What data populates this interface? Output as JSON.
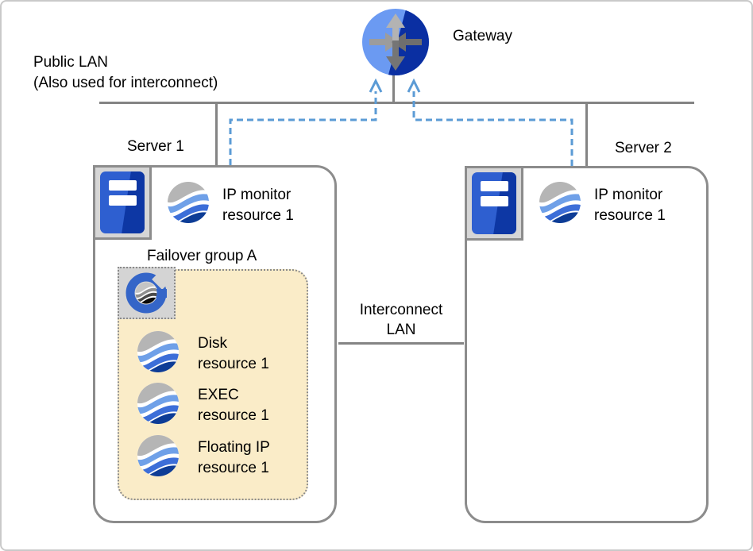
{
  "diagram": {
    "gateway": {
      "label": "Gateway",
      "icon": "router-icon"
    },
    "public_lan": {
      "label_line1": "Public LAN",
      "label_line2": "(Also used for interconnect)"
    },
    "interconnect_lan": {
      "label_line1": "Interconnect",
      "label_line2": "LAN"
    },
    "server1": {
      "label": "Server 1",
      "icon": "server-icon",
      "ip_monitor": {
        "line1": "IP monitor",
        "line2": "resource 1",
        "icon": "wave-globe-icon"
      },
      "failover_group": {
        "label": "Failover group A",
        "icon": "cluster-group-g-icon",
        "resources": [
          {
            "line1": "Disk",
            "line2": "resource 1",
            "icon": "wave-globe-icon"
          },
          {
            "line1": "EXEC",
            "line2": "resource 1",
            "icon": "wave-globe-icon"
          },
          {
            "line1": "Floating IP",
            "line2": "resource 1",
            "icon": "wave-globe-icon"
          }
        ]
      }
    },
    "server2": {
      "label": "Server 2",
      "icon": "server-icon",
      "ip_monitor": {
        "line1": "IP monitor",
        "line2": "resource 1",
        "icon": "wave-globe-icon"
      }
    },
    "colors": {
      "line_gray": "#848484",
      "box_border_gray": "#8c8c8c",
      "dashed_route_blue": "#5b9bd5",
      "group_fill": "#faecc8",
      "gateway_light_blue": "#6b9af2",
      "gateway_dark_blue": "#0a2fa2",
      "server_icon_light_blue": "#2e5fd0",
      "server_icon_dark_blue": "#0d37a4",
      "wave_gray": "#b5b5b5",
      "wave_light_blue": "#6fa0e8",
      "wave_mid_blue": "#3c6ed8",
      "wave_dark_blue": "#0d3c96",
      "g_logo_blue": "#3465c8"
    }
  }
}
